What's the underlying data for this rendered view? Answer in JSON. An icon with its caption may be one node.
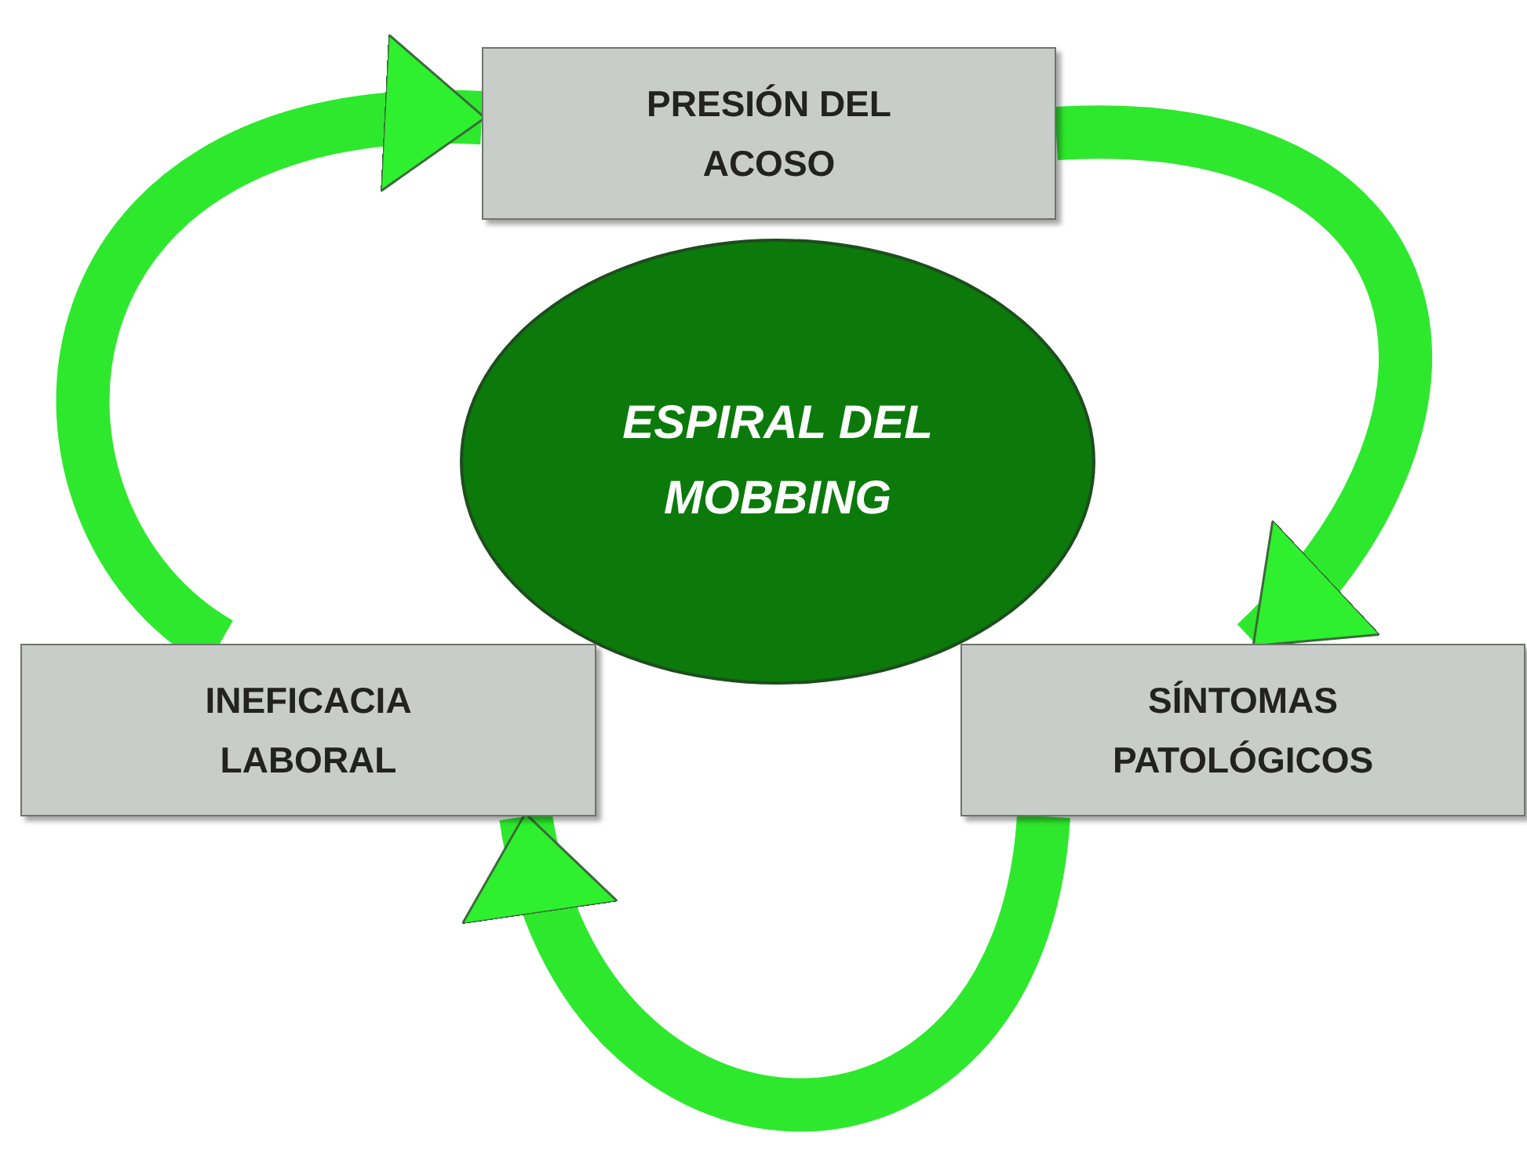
{
  "diagram": {
    "nodes": [
      {
        "text": [
          "PRESIÓN DEL ACOSO"
        ]
      },
      {
        "text": [
          "ESPIRAL DEL MOBBING"
        ]
      },
      {
        "text": [
          "SÍNTOMAS PATOLÓGICOS"
        ]
      },
      {
        "text": [
          "INEFICACIA LABORAL"
        ]
      }
    ],
    "edges": [
      {
        "from": 0,
        "to": 2,
        "arrow": "to"
      },
      {
        "from": 2,
        "to": 3,
        "arrow": "to"
      },
      {
        "from": 3,
        "to": 0,
        "arrow": "to"
      }
    ]
  }
}
